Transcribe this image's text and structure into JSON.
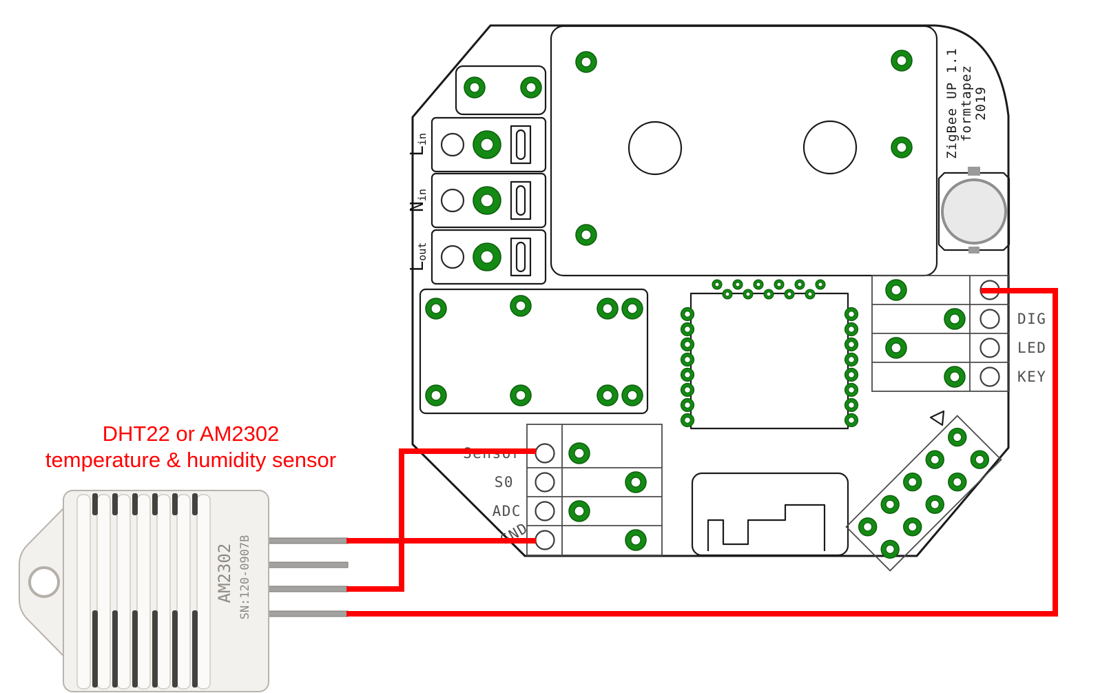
{
  "caption": {
    "line1": "DHT22 or AM2302",
    "line2": "temperature & humidity sensor"
  },
  "sensor": {
    "model": "AM2302",
    "serial": "SN:120-0907B"
  },
  "board": {
    "silk_title": {
      "line1": "ZigBee UP 1.1",
      "line2": "formtapez",
      "line3": "2019"
    },
    "terminals": [
      {
        "main": "L",
        "sub": "in"
      },
      {
        "main": "N",
        "sub": "in"
      },
      {
        "main": "L",
        "sub": "out"
      }
    ],
    "sensor_header_labels": {
      "row1": "Sensor",
      "row2": "S0",
      "row3": "ADC",
      "row4": "GND"
    },
    "io_header_labels": {
      "row2": "DIG",
      "row3": "LED",
      "row4": "KEY"
    }
  },
  "colors": {
    "wire_red": "#ff0000",
    "pad_green": "#148a14",
    "pad_green_dark": "#0a5c0a",
    "outline": "#1a1a1a",
    "silk_gray": "#4d4d4d"
  }
}
